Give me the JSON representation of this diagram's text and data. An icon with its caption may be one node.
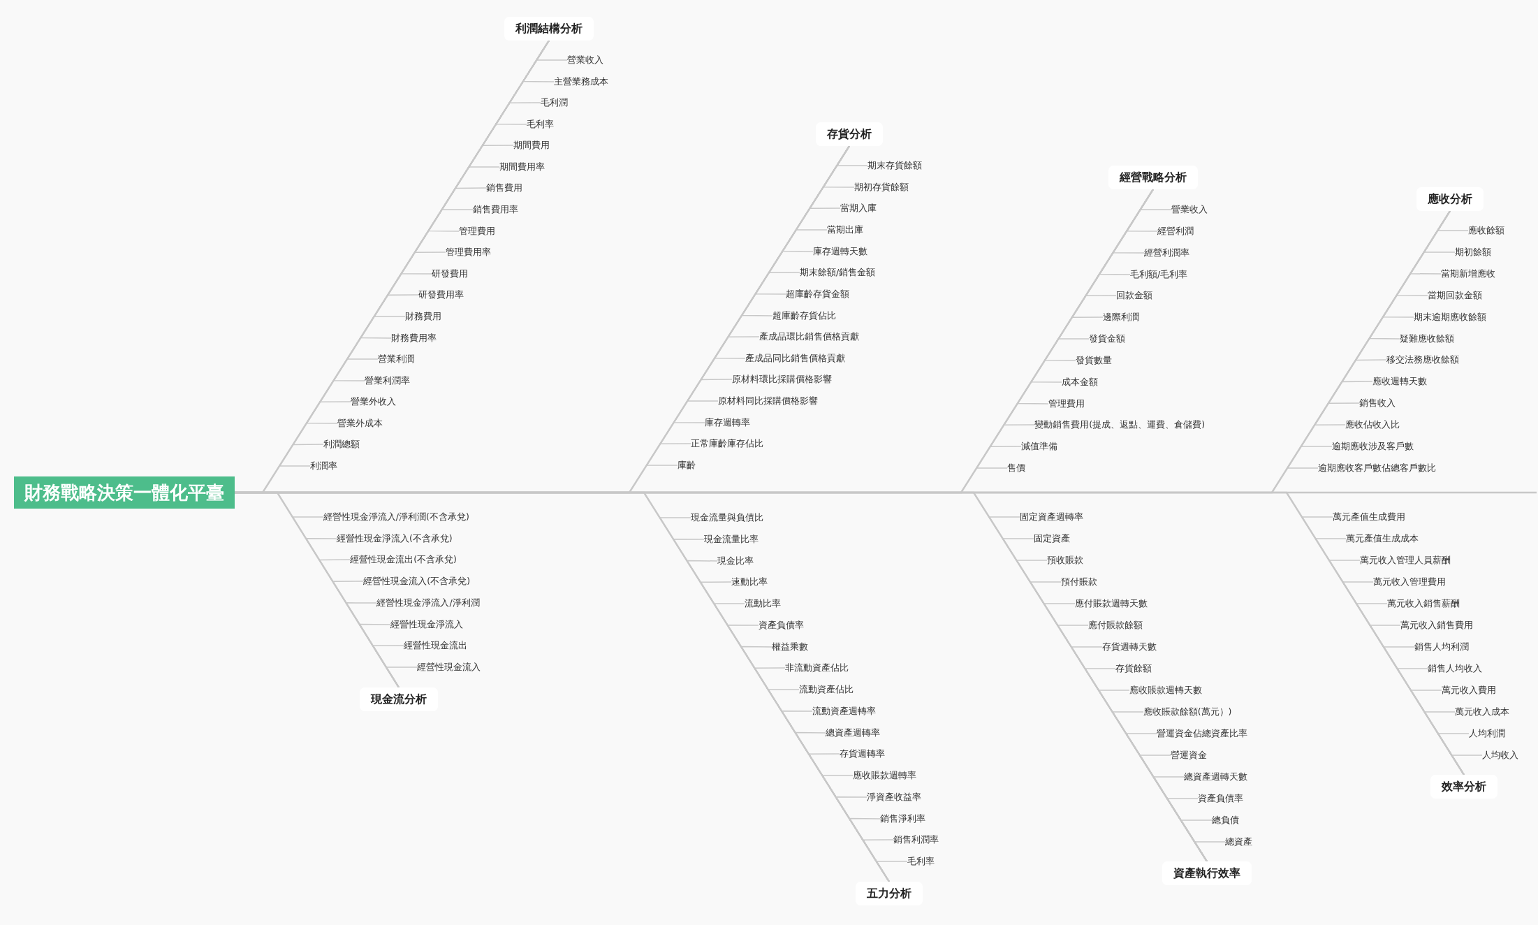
{
  "diagram": {
    "nodes": [
      {
        "text": [
          "財務戰略決策一體化平臺"
        ]
      },
      {
        "text": [
          "利潤結構分析"
        ]
      },
      {
        "text": [
          "營業收入"
        ]
      },
      {
        "text": [
          "主營業務成本"
        ]
      },
      {
        "text": [
          "毛利潤"
        ]
      },
      {
        "text": [
          "毛利率"
        ]
      },
      {
        "text": [
          "期間費用"
        ]
      },
      {
        "text": [
          "期間費用率"
        ]
      },
      {
        "text": [
          "銷售費用"
        ]
      },
      {
        "text": [
          "銷售費用率"
        ]
      },
      {
        "text": [
          "管理費用"
        ]
      },
      {
        "text": [
          "管理費用率"
        ]
      },
      {
        "text": [
          "研發費用"
        ]
      },
      {
        "text": [
          "研發費用率"
        ]
      },
      {
        "text": [
          "財務費用"
        ]
      },
      {
        "text": [
          "財務費用率"
        ]
      },
      {
        "text": [
          "營業利潤"
        ]
      },
      {
        "text": [
          "營業利潤率"
        ]
      },
      {
        "text": [
          "營業外收入"
        ]
      },
      {
        "text": [
          "營業外成本"
        ]
      },
      {
        "text": [
          "利潤總額"
        ]
      },
      {
        "text": [
          "利潤率"
        ]
      },
      {
        "text": [
          "存貨分析"
        ]
      },
      {
        "text": [
          "期末存貨餘額"
        ]
      },
      {
        "text": [
          "期初存貨餘額"
        ]
      },
      {
        "text": [
          "當期入庫"
        ]
      },
      {
        "text": [
          "當期出庫"
        ]
      },
      {
        "text": [
          "庫存週轉天數"
        ]
      },
      {
        "text": [
          "期末餘額/銷售金額"
        ]
      },
      {
        "text": [
          "超庫齡存貨金額"
        ]
      },
      {
        "text": [
          "超庫齡存貨佔比"
        ]
      },
      {
        "text": [
          "產成品環比銷售價格貢獻"
        ]
      },
      {
        "text": [
          "產成品同比銷售價格貢獻"
        ]
      },
      {
        "text": [
          "原材料環比採購價格影響"
        ]
      },
      {
        "text": [
          "原材料同比採購價格影響"
        ]
      },
      {
        "text": [
          "庫存週轉率"
        ]
      },
      {
        "text": [
          "正常庫齡庫存佔比"
        ]
      },
      {
        "text": [
          "庫齡"
        ]
      },
      {
        "text": [
          "經營戰略分析"
        ]
      },
      {
        "text": [
          "營業收入"
        ]
      },
      {
        "text": [
          "經營利潤"
        ]
      },
      {
        "text": [
          "經營利潤率"
        ]
      },
      {
        "text": [
          "毛利額/毛利率"
        ]
      },
      {
        "text": [
          "回款金額"
        ]
      },
      {
        "text": [
          "邊際利潤"
        ]
      },
      {
        "text": [
          "發貨金額"
        ]
      },
      {
        "text": [
          "發貨數量"
        ]
      },
      {
        "text": [
          "成本金額"
        ]
      },
      {
        "text": [
          "管理費用"
        ]
      },
      {
        "text": [
          "變動銷售費用(提成、返點、運費、倉儲費)"
        ]
      },
      {
        "text": [
          "減值準備"
        ]
      },
      {
        "text": [
          "售價"
        ]
      },
      {
        "text": [
          "應收分析"
        ]
      },
      {
        "text": [
          "應收餘額"
        ]
      },
      {
        "text": [
          "期初餘額"
        ]
      },
      {
        "text": [
          "當期新增應收"
        ]
      },
      {
        "text": [
          "當期回款金額"
        ]
      },
      {
        "text": [
          "期末逾期應收餘額"
        ]
      },
      {
        "text": [
          "疑難應收餘額"
        ]
      },
      {
        "text": [
          "移交法務應收餘額"
        ]
      },
      {
        "text": [
          "應收週轉天數"
        ]
      },
      {
        "text": [
          "銷售收入"
        ]
      },
      {
        "text": [
          "應收佔收入比"
        ]
      },
      {
        "text": [
          "逾期應收涉及客戶數"
        ]
      },
      {
        "text": [
          "逾期應收客戶數佔總客戶數比"
        ]
      },
      {
        "text": [
          "現金流分析"
        ]
      },
      {
        "text": [
          "經營性現金淨流入/淨利潤(不含承兌)"
        ]
      },
      {
        "text": [
          "經營性現金淨流入(不含承兌)"
        ]
      },
      {
        "text": [
          "經營性現金流出(不含承兌)"
        ]
      },
      {
        "text": [
          "經營性現金流入(不含承兌)"
        ]
      },
      {
        "text": [
          "經營性現金淨流入/淨利潤"
        ]
      },
      {
        "text": [
          "經營性現金淨流入"
        ]
      },
      {
        "text": [
          "經營性現金流出"
        ]
      },
      {
        "text": [
          "經營性現金流入"
        ]
      },
      {
        "text": [
          "五力分析"
        ]
      },
      {
        "text": [
          "現金流量與負債比"
        ]
      },
      {
        "text": [
          "現金流量比率"
        ]
      },
      {
        "text": [
          "現金比率"
        ]
      },
      {
        "text": [
          "速動比率"
        ]
      },
      {
        "text": [
          "流動比率"
        ]
      },
      {
        "text": [
          "資產負債率"
        ]
      },
      {
        "text": [
          "權益乘數"
        ]
      },
      {
        "text": [
          "非流動資產佔比"
        ]
      },
      {
        "text": [
          "流動資產佔比"
        ]
      },
      {
        "text": [
          "流動資產週轉率"
        ]
      },
      {
        "text": [
          "總資產週轉率"
        ]
      },
      {
        "text": [
          "存貨週轉率"
        ]
      },
      {
        "text": [
          "應收賬款週轉率"
        ]
      },
      {
        "text": [
          "淨資產收益率"
        ]
      },
      {
        "text": [
          "銷售淨利率"
        ]
      },
      {
        "text": [
          "銷售利潤率"
        ]
      },
      {
        "text": [
          "毛利率"
        ]
      },
      {
        "text": [
          "資產執行效率"
        ]
      },
      {
        "text": [
          "固定資產週轉率"
        ]
      },
      {
        "text": [
          "固定資產"
        ]
      },
      {
        "text": [
          "預收賬款"
        ]
      },
      {
        "text": [
          "預付賬款"
        ]
      },
      {
        "text": [
          "應付賬款週轉天數"
        ]
      },
      {
        "text": [
          "應付賬款餘額"
        ]
      },
      {
        "text": [
          "存貨週轉天數"
        ]
      },
      {
        "text": [
          "存貨餘額"
        ]
      },
      {
        "text": [
          "應收賬款週轉天數"
        ]
      },
      {
        "text": [
          "應收賬款餘額(萬元）)"
        ]
      },
      {
        "text": [
          "營運資金佔總資產比率"
        ]
      },
      {
        "text": [
          "營運資金"
        ]
      },
      {
        "text": [
          "總資產週轉天數"
        ]
      },
      {
        "text": [
          "資產負債率"
        ]
      },
      {
        "text": [
          "總負債"
        ]
      },
      {
        "text": [
          "總資產"
        ]
      },
      {
        "text": [
          "效率分析"
        ]
      },
      {
        "text": [
          "萬元產值生成費用"
        ]
      },
      {
        "text": [
          "萬元產值生成成本"
        ]
      },
      {
        "text": [
          "萬元收入管理人員薪酬"
        ]
      },
      {
        "text": [
          "萬元收入管理費用"
        ]
      },
      {
        "text": [
          "萬元收入銷售薪酬"
        ]
      },
      {
        "text": [
          "萬元收入銷售費用"
        ]
      },
      {
        "text": [
          "銷售人均利潤"
        ]
      },
      {
        "text": [
          "銷售人均收入"
        ]
      },
      {
        "text": [
          "萬元收入費用"
        ]
      },
      {
        "text": [
          "萬元收入成本"
        ]
      },
      {
        "text": [
          "人均利潤"
        ]
      },
      {
        "text": [
          "人均收入"
        ]
      }
    ],
    "edges": [
      {
        "from": 0,
        "to": 1,
        "arrow": "none"
      },
      {
        "from": 1,
        "to": 2,
        "arrow": "none"
      },
      {
        "from": 1,
        "to": 3,
        "arrow": "none"
      },
      {
        "from": 1,
        "to": 4,
        "arrow": "none"
      },
      {
        "from": 1,
        "to": 5,
        "arrow": "none"
      },
      {
        "from": 1,
        "to": 6,
        "arrow": "none"
      },
      {
        "from": 1,
        "to": 7,
        "arrow": "none"
      },
      {
        "from": 1,
        "to": 8,
        "arrow": "none"
      },
      {
        "from": 1,
        "to": 9,
        "arrow": "none"
      },
      {
        "from": 1,
        "to": 10,
        "arrow": "none"
      },
      {
        "from": 1,
        "to": 11,
        "arrow": "none"
      },
      {
        "from": 1,
        "to": 12,
        "arrow": "none"
      },
      {
        "from": 1,
        "to": 13,
        "arrow": "none"
      },
      {
        "from": 1,
        "to": 14,
        "arrow": "none"
      },
      {
        "from": 1,
        "to": 15,
        "arrow": "none"
      },
      {
        "from": 1,
        "to": 16,
        "arrow": "none"
      },
      {
        "from": 1,
        "to": 17,
        "arrow": "none"
      },
      {
        "from": 1,
        "to": 18,
        "arrow": "none"
      },
      {
        "from": 1,
        "to": 19,
        "arrow": "none"
      },
      {
        "from": 1,
        "to": 20,
        "arrow": "none"
      },
      {
        "from": 1,
        "to": 21,
        "arrow": "none"
      },
      {
        "from": 0,
        "to": 22,
        "arrow": "none"
      },
      {
        "from": 22,
        "to": 23,
        "arrow": "none"
      },
      {
        "from": 22,
        "to": 24,
        "arrow": "none"
      },
      {
        "from": 22,
        "to": 25,
        "arrow": "none"
      },
      {
        "from": 22,
        "to": 26,
        "arrow": "none"
      },
      {
        "from": 22,
        "to": 27,
        "arrow": "none"
      },
      {
        "from": 22,
        "to": 28,
        "arrow": "none"
      },
      {
        "from": 22,
        "to": 29,
        "arrow": "none"
      },
      {
        "from": 22,
        "to": 30,
        "arrow": "none"
      },
      {
        "from": 22,
        "to": 31,
        "arrow": "none"
      },
      {
        "from": 22,
        "to": 32,
        "arrow": "none"
      },
      {
        "from": 22,
        "to": 33,
        "arrow": "none"
      },
      {
        "from": 22,
        "to": 34,
        "arrow": "none"
      },
      {
        "from": 22,
        "to": 35,
        "arrow": "none"
      },
      {
        "from": 22,
        "to": 36,
        "arrow": "none"
      },
      {
        "from": 22,
        "to": 37,
        "arrow": "none"
      },
      {
        "from": 0,
        "to": 38,
        "arrow": "none"
      },
      {
        "from": 38,
        "to": 39,
        "arrow": "none"
      },
      {
        "from": 38,
        "to": 40,
        "arrow": "none"
      },
      {
        "from": 38,
        "to": 41,
        "arrow": "none"
      },
      {
        "from": 38,
        "to": 42,
        "arrow": "none"
      },
      {
        "from": 38,
        "to": 43,
        "arrow": "none"
      },
      {
        "from": 38,
        "to": 44,
        "arrow": "none"
      },
      {
        "from": 38,
        "to": 45,
        "arrow": "none"
      },
      {
        "from": 38,
        "to": 46,
        "arrow": "none"
      },
      {
        "from": 38,
        "to": 47,
        "arrow": "none"
      },
      {
        "from": 38,
        "to": 48,
        "arrow": "none"
      },
      {
        "from": 38,
        "to": 49,
        "arrow": "none"
      },
      {
        "from": 38,
        "to": 50,
        "arrow": "none"
      },
      {
        "from": 38,
        "to": 51,
        "arrow": "none"
      },
      {
        "from": 0,
        "to": 52,
        "arrow": "none"
      },
      {
        "from": 52,
        "to": 53,
        "arrow": "none"
      },
      {
        "from": 52,
        "to": 54,
        "arrow": "none"
      },
      {
        "from": 52,
        "to": 55,
        "arrow": "none"
      },
      {
        "from": 52,
        "to": 56,
        "arrow": "none"
      },
      {
        "from": 52,
        "to": 57,
        "arrow": "none"
      },
      {
        "from": 52,
        "to": 58,
        "arrow": "none"
      },
      {
        "from": 52,
        "to": 59,
        "arrow": "none"
      },
      {
        "from": 52,
        "to": 60,
        "arrow": "none"
      },
      {
        "from": 52,
        "to": 61,
        "arrow": "none"
      },
      {
        "from": 52,
        "to": 62,
        "arrow": "none"
      },
      {
        "from": 52,
        "to": 63,
        "arrow": "none"
      },
      {
        "from": 52,
        "to": 64,
        "arrow": "none"
      },
      {
        "from": 0,
        "to": 65,
        "arrow": "none"
      },
      {
        "from": 65,
        "to": 66,
        "arrow": "none"
      },
      {
        "from": 65,
        "to": 67,
        "arrow": "none"
      },
      {
        "from": 65,
        "to": 68,
        "arrow": "none"
      },
      {
        "from": 65,
        "to": 69,
        "arrow": "none"
      },
      {
        "from": 65,
        "to": 70,
        "arrow": "none"
      },
      {
        "from": 65,
        "to": 71,
        "arrow": "none"
      },
      {
        "from": 65,
        "to": 72,
        "arrow": "none"
      },
      {
        "from": 65,
        "to": 73,
        "arrow": "none"
      },
      {
        "from": 0,
        "to": 74,
        "arrow": "none"
      },
      {
        "from": 74,
        "to": 75,
        "arrow": "none"
      },
      {
        "from": 74,
        "to": 76,
        "arrow": "none"
      },
      {
        "from": 74,
        "to": 77,
        "arrow": "none"
      },
      {
        "from": 74,
        "to": 78,
        "arrow": "none"
      },
      {
        "from": 74,
        "to": 79,
        "arrow": "none"
      },
      {
        "from": 74,
        "to": 80,
        "arrow": "none"
      },
      {
        "from": 74,
        "to": 81,
        "arrow": "none"
      },
      {
        "from": 74,
        "to": 82,
        "arrow": "none"
      },
      {
        "from": 74,
        "to": 83,
        "arrow": "none"
      },
      {
        "from": 74,
        "to": 84,
        "arrow": "none"
      },
      {
        "from": 74,
        "to": 85,
        "arrow": "none"
      },
      {
        "from": 74,
        "to": 86,
        "arrow": "none"
      },
      {
        "from": 74,
        "to": 87,
        "arrow": "none"
      },
      {
        "from": 74,
        "to": 88,
        "arrow": "none"
      },
      {
        "from": 74,
        "to": 89,
        "arrow": "none"
      },
      {
        "from": 74,
        "to": 90,
        "arrow": "none"
      },
      {
        "from": 74,
        "to": 91,
        "arrow": "none"
      },
      {
        "from": 0,
        "to": 92,
        "arrow": "none"
      },
      {
        "from": 92,
        "to": 93,
        "arrow": "none"
      },
      {
        "from": 92,
        "to": 94,
        "arrow": "none"
      },
      {
        "from": 92,
        "to": 95,
        "arrow": "none"
      },
      {
        "from": 92,
        "to": 96,
        "arrow": "none"
      },
      {
        "from": 92,
        "to": 97,
        "arrow": "none"
      },
      {
        "from": 92,
        "to": 98,
        "arrow": "none"
      },
      {
        "from": 92,
        "to": 99,
        "arrow": "none"
      },
      {
        "from": 92,
        "to": 100,
        "arrow": "none"
      },
      {
        "from": 92,
        "to": 101,
        "arrow": "none"
      },
      {
        "from": 92,
        "to": 102,
        "arrow": "none"
      },
      {
        "from": 92,
        "to": 103,
        "arrow": "none"
      },
      {
        "from": 92,
        "to": 104,
        "arrow": "none"
      },
      {
        "from": 92,
        "to": 105,
        "arrow": "none"
      },
      {
        "from": 92,
        "to": 106,
        "arrow": "none"
      },
      {
        "from": 92,
        "to": 107,
        "arrow": "none"
      },
      {
        "from": 92,
        "to": 108,
        "arrow": "none"
      },
      {
        "from": 0,
        "to": 109,
        "arrow": "none"
      },
      {
        "from": 109,
        "to": 110,
        "arrow": "none"
      },
      {
        "from": 109,
        "to": 111,
        "arrow": "none"
      },
      {
        "from": 109,
        "to": 112,
        "arrow": "none"
      },
      {
        "from": 109,
        "to": 113,
        "arrow": "none"
      },
      {
        "from": 109,
        "to": 114,
        "arrow": "none"
      },
      {
        "from": 109,
        "to": 115,
        "arrow": "none"
      },
      {
        "from": 109,
        "to": 116,
        "arrow": "none"
      },
      {
        "from": 109,
        "to": 117,
        "arrow": "none"
      },
      {
        "from": 109,
        "to": 118,
        "arrow": "none"
      },
      {
        "from": 109,
        "to": 119,
        "arrow": "none"
      },
      {
        "from": 109,
        "to": 120,
        "arrow": "none"
      },
      {
        "from": 109,
        "to": 121,
        "arrow": "none"
      }
    ]
  }
}
